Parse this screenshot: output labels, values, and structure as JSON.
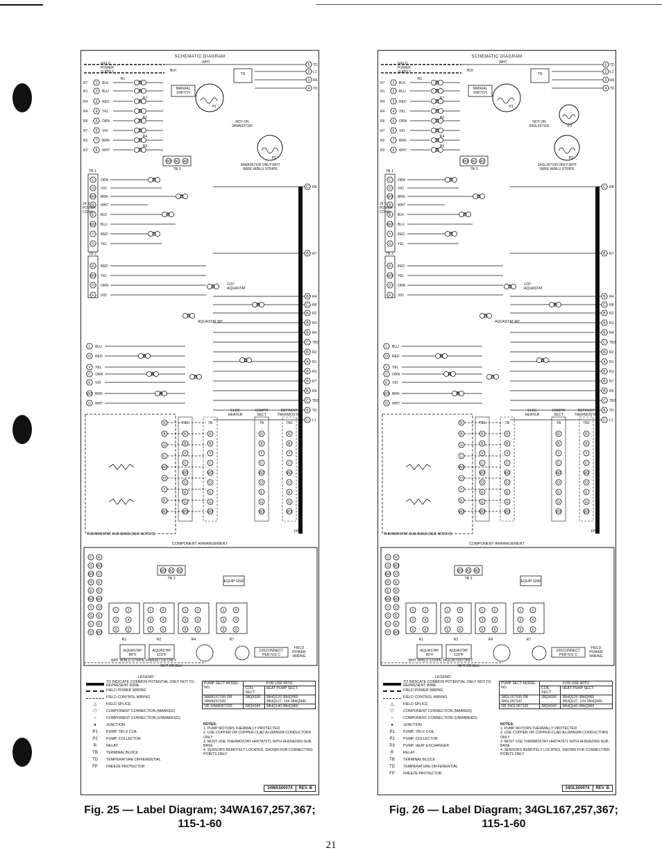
{
  "page_number": "21",
  "diagram_title": "SCHEMATIC DIAGRAM",
  "component_arrangement_title": "COMPONENT ARRANGEMENT",
  "legend_title": "- LEGEND -",
  "panels": [
    {
      "id": "fig25",
      "caption_line1": "Fig. 25 — Label Diagram; 34WA167,257,367;",
      "caption_line2": "115-1-60",
      "part_number": "34WA500074",
      "revision": "REV. B",
      "field_power_label": "FIELD POWER SUPPLY",
      "tb_labels": [
        "TB 1",
        "TB 2",
        "TB 3"
      ],
      "power_conn_label": "24 V POWER CONN.",
      "stripe_note": "34WA367100 ONLY-WHT WIRE W/BLU STRIPE",
      "not_on_note": "NOT ON 34WA337100",
      "component_labels": [
        "P1",
        "P2",
        "TD",
        "MANUAL SWITCH"
      ],
      "aquastat_labels": [
        "120° AQUASTAT",
        "AQUASTAT 90°"
      ],
      "section_labels": [
        "ELEC HEATER",
        "COMPR SECT",
        "DEFROST THERMOSTAT"
      ],
      "subbase_label": "THERMOSTAT SUB-BASE (SEE NOTE 3)",
      "fp_label": "FP",
      "bottom_labels": [
        "AQUASTAT 90°F",
        "AQUASTAT 120°F",
        "DISCONNECT PER N E C",
        "FIELD POWER WIRING",
        "EQUIP GND"
      ],
      "bottom_stripe_note": "WHT W/BLU STRIPE 34WA367100 ONLY",
      "bottom_wire_note": "WHT OR BLU",
      "table_header": [
        "PUMP SECT MODEL NO.",
        "COIL SECT.",
        "HEAT PUMP SECT."
      ],
      "table_group_header": "FOR USE WITH",
      "table_rows": [
        [
          "34WA167100 OR 34WA257100",
          "28QX036",
          "38HQ120 38HQ960 38HQ127, 134 38HQ940"
        ],
        [
          "OR 34WA367100",
          "28QX042",
          "38HQ140 38HQ960"
        ]
      ]
    },
    {
      "id": "fig26",
      "caption_line1": "Fig. 26 — Label Diagram; 34GL167,257,367;",
      "caption_line2": "115-1-60",
      "part_number": "34GL500074",
      "revision": "REV. B",
      "field_power_label": "FIELD POWER SUPPLY",
      "tb_labels": [
        "TB 1",
        "TB 2",
        "TB 3"
      ],
      "power_conn_label": "24 V POWER CONN.",
      "stripe_note": "34GL367100 ONLY-WHT WIRE W/BLU STRIPE",
      "not_on_note": "NOT ON 34GL337100",
      "component_labels": [
        "P1",
        "P2",
        "P3",
        "TD",
        "MANUAL SWITCH"
      ],
      "aquastat_labels": [
        "120° AQUASTAT",
        "AQUASTAT 90°"
      ],
      "section_labels": [
        "ELEC HEATER",
        "COMPR SECT",
        "DEFROST THERMOSTAT"
      ],
      "subbase_label": "THERMOSTAT SUB-BASE (SEE NOTE 3)",
      "fp_label": "FP",
      "bottom_labels": [
        "AQUASTAT 90°F",
        "AQUASTAT 120°F",
        "DISCONNECT PER N E C",
        "FIELD POWER WIRING",
        "EQUIP GND"
      ],
      "bottom_stripe_note": "WHT W/BLU STRIPE 34GL367100 ONLY",
      "bottom_wire_note": "WHT OR BLU",
      "table_header": [
        "PUMP SECT MODEL NO.",
        "COIL SECT.",
        "HEAT PUMP SECT."
      ],
      "table_group_header": "FOR USE WITH",
      "table_rows": [
        [
          "34GL167100 OR 34GL257100",
          "28QX036",
          "38HQ120 38HQ960 38HQ127, 134 38HQ940"
        ],
        [
          "OR 34GL367100",
          "28QX042",
          "38HQ140 38HQ960"
        ]
      ]
    }
  ],
  "legend": {
    "fig25": [
      {
        "sym": "heavy-bar",
        "text": "TO INDICATE COMMON POTENTIAL ONLY NOT TO REPRESENT WIRE"
      },
      {
        "sym": "dash-heavy",
        "text": "FIELD POWER WIRING"
      },
      {
        "sym": "dash-light",
        "text": "FIELD CONTROL WIRING"
      },
      {
        "sym": "splice",
        "text": "FIELD SPLICE"
      },
      {
        "sym": "hex",
        "text": "COMPONENT CONNECTION (MARKED)"
      },
      {
        "sym": "circle",
        "text": "COMPONENT CONNECTION (UNMARKED)"
      },
      {
        "sym": "dot",
        "text": "JUNCTION"
      },
      {
        "sym": "P1",
        "text": "PUMP, TRI-X COIL"
      },
      {
        "sym": "P2",
        "text": "PUMP, COLLECTOR"
      },
      {
        "sym": "R",
        "text": "RELAY"
      },
      {
        "sym": "TB",
        "text": "TERMINAL BLOCK"
      },
      {
        "sym": "TD",
        "text": "TEMPERATURE DIFFERENTIAL"
      },
      {
        "sym": "FP",
        "text": "FREEZE PROTECTOR"
      }
    ],
    "fig26": [
      {
        "sym": "heavy-bar",
        "text": "TO INDICATE COMMON POTENTIAL ONLY NOT TO REPRESENT WIRE"
      },
      {
        "sym": "dash-heavy",
        "text": "FIELD POWER WIRING"
      },
      {
        "sym": "dash-light",
        "text": "FIELD CONTROL WIRING"
      },
      {
        "sym": "splice",
        "text": "FIELD SPLICE"
      },
      {
        "sym": "hex",
        "text": "COMPONENT CONNECTION (MARKED)"
      },
      {
        "sym": "circle",
        "text": "COMPONENT CONNECTION (UNMARKED)"
      },
      {
        "sym": "dot",
        "text": "JUNCTION"
      },
      {
        "sym": "P1",
        "text": "PUMP, TRI-X COIL"
      },
      {
        "sym": "P2",
        "text": "PUMP, COLLECTOR"
      },
      {
        "sym": "P3",
        "text": "PUMP, HEAT EXCHANGER"
      },
      {
        "sym": "R",
        "text": "RELAY"
      },
      {
        "sym": "TB",
        "text": "TERMINAL BLOCK"
      },
      {
        "sym": "TD",
        "text": "TEMPERATURE DIFFERENTIAL"
      },
      {
        "sym": "FP",
        "text": "FREEZE PROTECTOR"
      }
    ]
  },
  "notes_title": "NOTES:",
  "notes": [
    "1. PUMP MOTORS THERMALLY PROTECTED",
    "2. USE COPPER OR COPPER-CLAD ALUMINUM CONDUCTORS ONLY",
    "3. MUST USE THERMOSTAT HH07AT071 WITH HH93AZ069 SUB-BASE",
    "4. SENSORS REMOTELY LOCATED, SHOWN FOR CONNECTING POINTS ONLY"
  ],
  "wire_colors": [
    "WHT",
    "BLK",
    "BLU",
    "RED",
    "YEL",
    "ORN",
    "VIO",
    "BRN"
  ],
  "terminal_rows": {
    "left_terminals": [
      "R7",
      "R1",
      "R4",
      "R4",
      "R6",
      "R7",
      "R2",
      "R2"
    ],
    "tb1_terminals": [
      "C",
      "O",
      "W3",
      "R",
      "E",
      "W2",
      "Y",
      "G"
    ],
    "tb2_terminals": [
      "R",
      "W3",
      "O",
      "E"
    ],
    "right_terminals": [
      "TD",
      "L1",
      "R6",
      "TD",
      "R8",
      "R7",
      "R4",
      "R8",
      "R2",
      "R3",
      "R4",
      "TB2",
      "R2",
      "R1",
      "R3",
      "R7",
      "R9",
      "TB2"
    ]
  }
}
